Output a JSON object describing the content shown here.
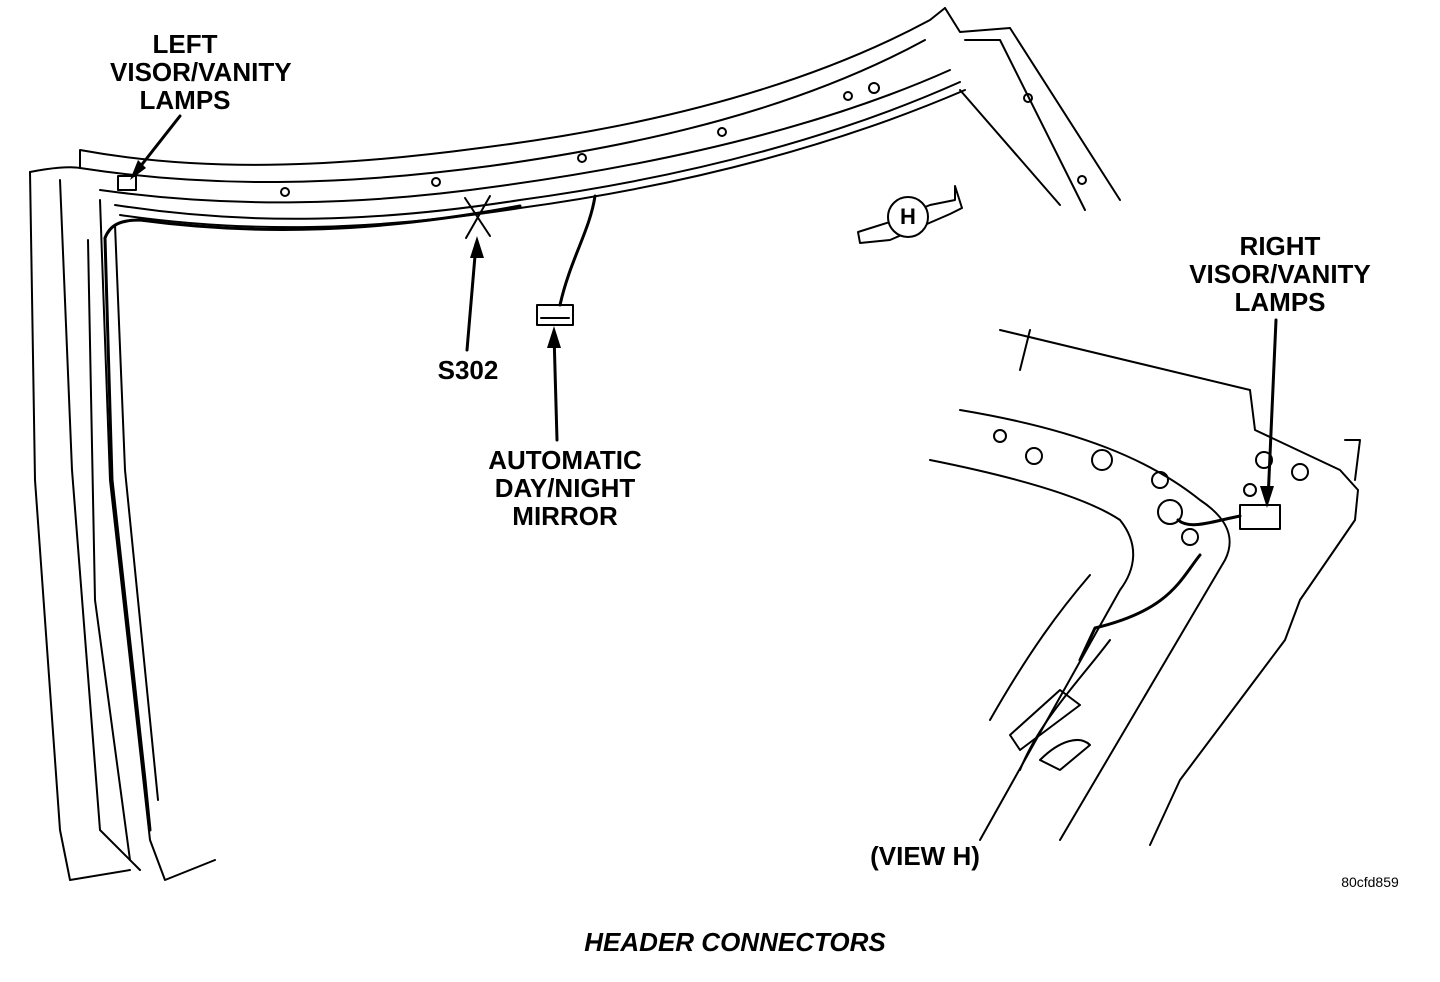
{
  "labels": {
    "left_lamps": [
      "LEFT",
      "VISOR/VANITY",
      "LAMPS"
    ],
    "right_lamps": [
      "RIGHT",
      "VISOR/VANITY",
      "LAMPS"
    ],
    "splice": "S302",
    "mirror": [
      "AUTOMATIC",
      "DAY/NIGHT",
      "MIRROR"
    ],
    "view_marker": "H",
    "view_label": "(VIEW H)",
    "figure_id": "80cfd859",
    "caption": "HEADER CONNECTORS"
  },
  "colors": {
    "line": "#000000",
    "background": "#ffffff"
  }
}
